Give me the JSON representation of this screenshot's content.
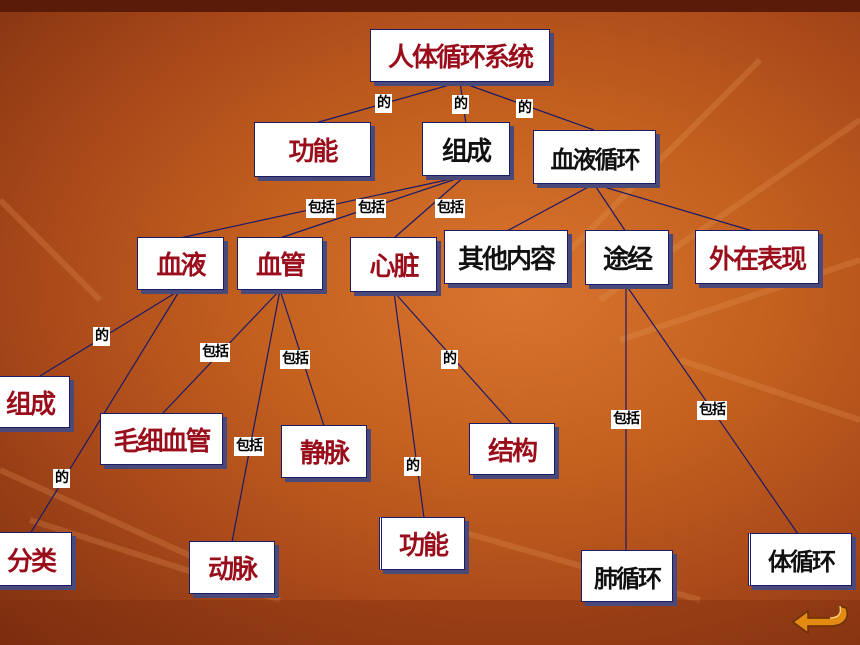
{
  "nodes": {
    "root": "人体循环系统",
    "function": "功能",
    "composition": "组成",
    "circulation": "血液循环",
    "blood": "血液",
    "vessel": "血管",
    "heart": "心脏",
    "other": "其他内容",
    "pathway": "途经",
    "appearance": "外在表现",
    "blood_comp": "组成",
    "capillary": "毛细血管",
    "vein": "静脉",
    "structure": "结构",
    "classify": "分类",
    "artery": "动脉",
    "heart_func": "功能",
    "pulmonary": "肺循环",
    "systemic": "体循环"
  },
  "labels": {
    "l1": "的",
    "l2": "的",
    "l3": "的",
    "l4": "包括",
    "l5": "包括",
    "l6": "包括",
    "l7": "的",
    "l8": "包括",
    "l9": "包括",
    "l10": "的",
    "l11": "包括",
    "l12": "包括",
    "l13": "包括",
    "l14": "的",
    "l15": "的"
  },
  "colors": {
    "line": "#1a1a6a",
    "red_text": "#9a0e1c",
    "arrow": "#d07a10"
  }
}
